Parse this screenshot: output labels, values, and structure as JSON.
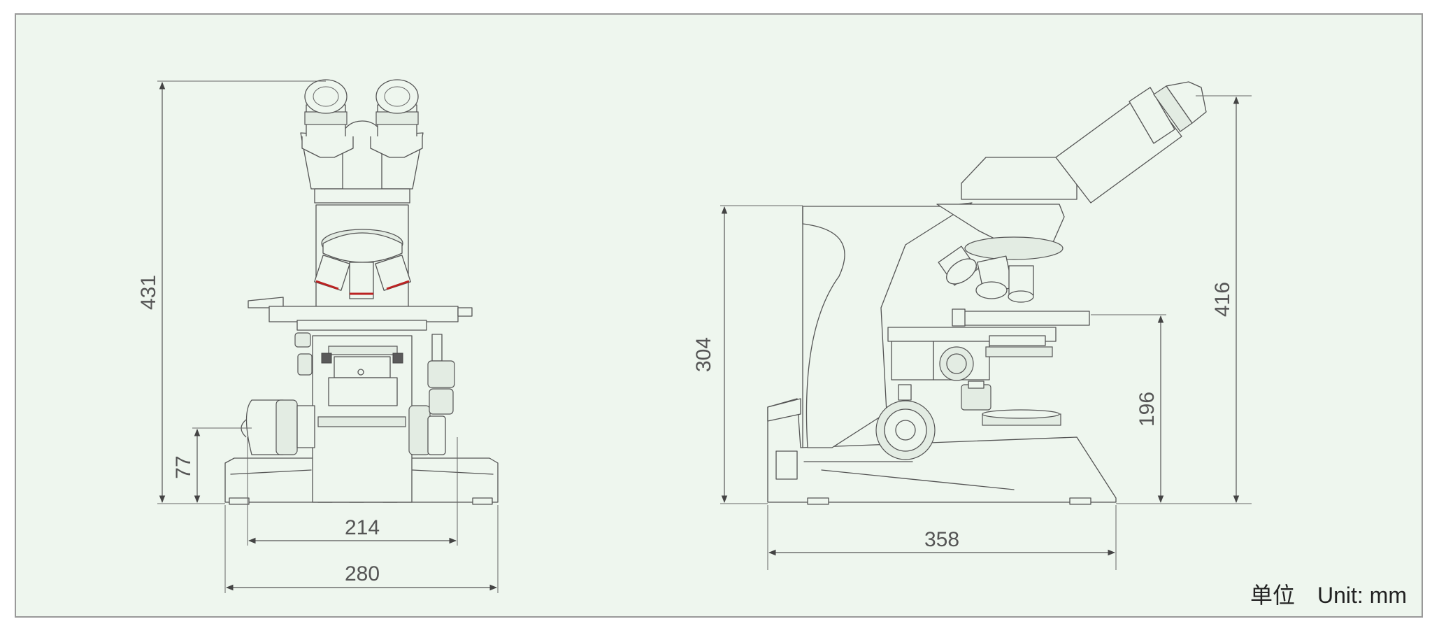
{
  "colors": {
    "background": "#eef6ee",
    "line": "#555555",
    "border": "#999999",
    "accent_red": "#bb2222"
  },
  "front_view": {
    "dim_height": "431",
    "dim_knob_height": "77",
    "dim_inner_width": "214",
    "dim_base_width": "280"
  },
  "side_view": {
    "dim_arm_height": "304",
    "dim_stage_height": "196",
    "dim_total_height": "416",
    "dim_depth": "358"
  },
  "units_label": "单位　Unit: mm"
}
